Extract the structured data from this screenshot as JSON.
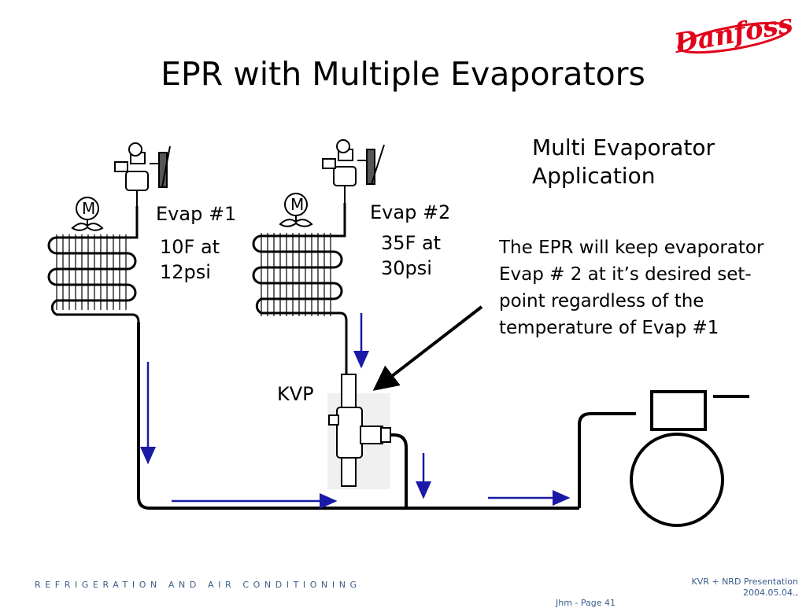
{
  "brand": {
    "logo_text": "Danfoss",
    "color": "#e2001a"
  },
  "slide": {
    "title": "EPR with Multiple Evaporators",
    "heading": "Multi Evaporator Application",
    "description": "The EPR will keep evaporator Evap # 2 at it’s desired set-point regardless of the temperature of Evap #1"
  },
  "diagram": {
    "evap1": {
      "label": "Evap #1",
      "condition_line1": "10F at",
      "condition_line2": "12psi"
    },
    "evap2": {
      "label": "Evap #2",
      "condition_line1": "35F at",
      "condition_line2": "30psi"
    },
    "valve_label": "KVP",
    "motor_symbol": "M",
    "flow_arrow_color": "#1a1aa6"
  },
  "footer": {
    "left": "REFRIGERATION AND AIR CONDITIONING",
    "right_line1": "KVR + NRD Presentation",
    "right_line2": "2004.05.04.,",
    "page": "Jhm - Page 41"
  }
}
